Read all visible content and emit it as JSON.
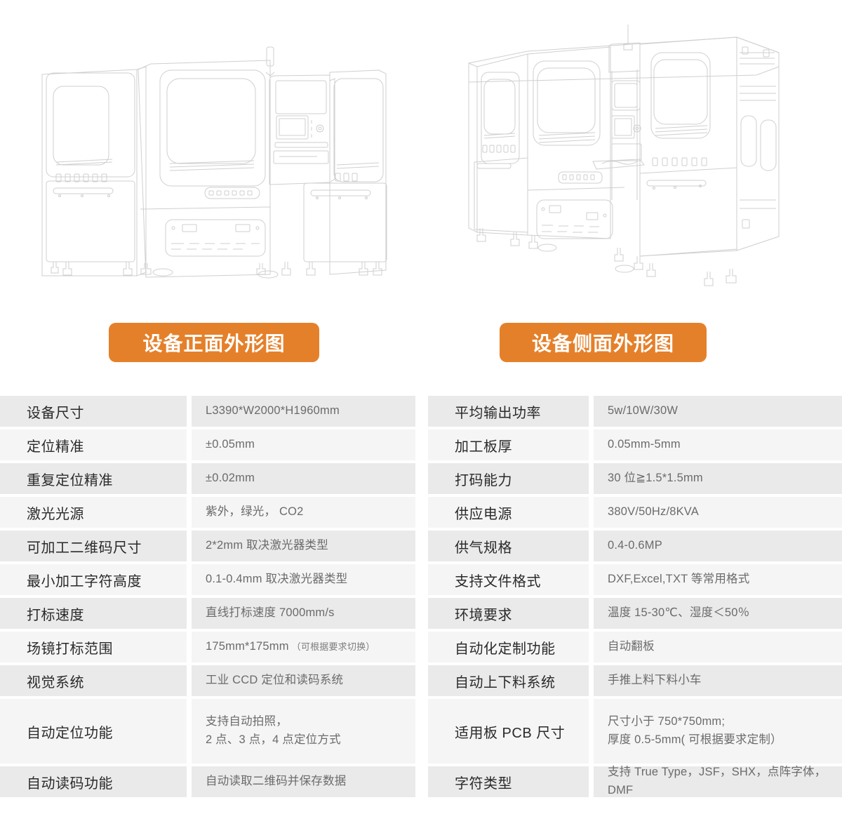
{
  "colors": {
    "accent": "#e5802a",
    "row_odd": "#eaeaea",
    "row_even": "#f5f5f5",
    "label_text": "#2a2a2a",
    "value_text": "#6b6b6b",
    "page_background": "#ffffff"
  },
  "illustrations": [
    {
      "id": "front-view",
      "icon": "laser-marking-machine-front-line-drawing",
      "caption": "设备正面外形图"
    },
    {
      "id": "side-view",
      "icon": "laser-marking-machine-side-line-drawing",
      "caption": "设备侧面外形图"
    }
  ],
  "spec_tables": {
    "left": {
      "rows": [
        {
          "label": "设备尺寸",
          "value": "L3390*W2000*H1960mm"
        },
        {
          "label": "定位精准",
          "value": "±0.05mm"
        },
        {
          "label": "重复定位精准",
          "value": "±0.02mm"
        },
        {
          "label": "激光光源",
          "value": "紫外，绿光， CO2"
        },
        {
          "label": "可加工二维码尺寸",
          "value": "2*2mm 取决激光器类型"
        },
        {
          "label": "最小加工字符高度",
          "value": "0.1-0.4mm 取决激光器类型"
        },
        {
          "label": "打标速度",
          "value": "直线打标速度 7000mm/s"
        },
        {
          "label": "场镜打标范围",
          "value": "175mm*175mm",
          "note": "（可根据要求切换）"
        },
        {
          "label": "视觉系统",
          "value": "工业 CCD 定位和读码系统"
        },
        {
          "label": "自动定位功能",
          "tall": true,
          "lines": [
            "支持自动拍照，",
            "2 点、3 点，4 点定位方式"
          ]
        },
        {
          "label": "自动读码功能",
          "value": "自动读取二维码并保存数据"
        }
      ]
    },
    "right": {
      "rows": [
        {
          "label": "平均输出功率",
          "value": "5w/10W/30W"
        },
        {
          "label": "加工板厚",
          "value": "0.05mm-5mm"
        },
        {
          "label": "打码能力",
          "value": "30 位≧1.5*1.5mm"
        },
        {
          "label": "供应电源",
          "value": "380V/50Hz/8KVA"
        },
        {
          "label": "供气规格",
          "value": "0.4-0.6MP"
        },
        {
          "label": "支持文件格式",
          "value": "DXF,Excel,TXT 等常用格式"
        },
        {
          "label": "环境要求",
          "value": "温度 15-30℃、湿度＜50％"
        },
        {
          "label": "自动化定制功能",
          "value": "自动翻板"
        },
        {
          "label": "自动上下料系统",
          "value": "手推上料下料小车"
        },
        {
          "label": "适用板 PCB 尺寸",
          "tall": true,
          "lines": [
            "尺寸小于 750*750mm;",
            "厚度 0.5-5mm( 可根据要求定制）"
          ]
        },
        {
          "label": "字符类型",
          "value": "支持 True Type，JSF，SHX，点阵字体，DMF"
        }
      ]
    }
  }
}
